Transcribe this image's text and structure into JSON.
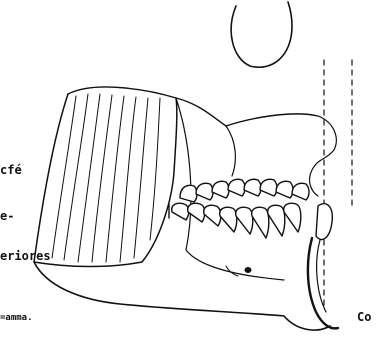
{
  "labels": {
    "label_1": "cfé",
    "label_2": "e-",
    "label_3": "eriores",
    "label_4": "=amma.",
    "label_5": "Co"
  }
}
